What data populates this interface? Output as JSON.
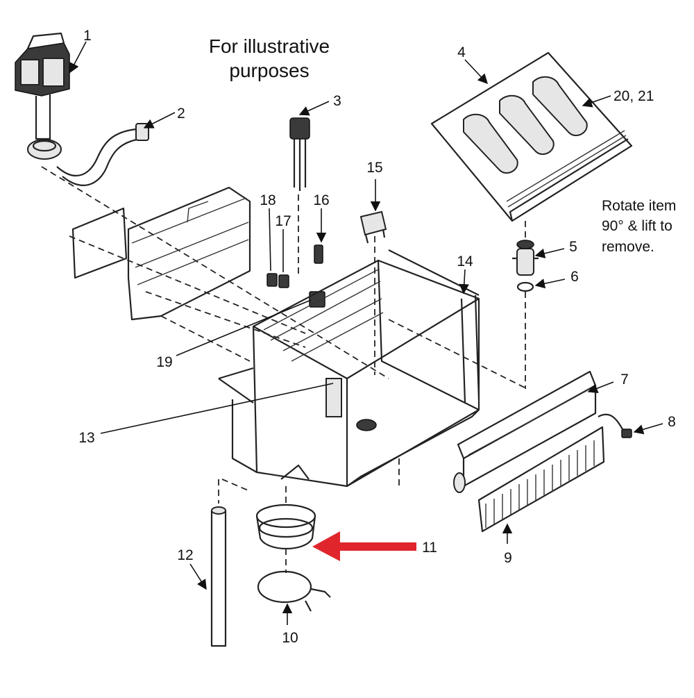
{
  "diagram": {
    "caption_lines": [
      "For illustrative",
      "purposes"
    ],
    "note_lines": [
      "Rotate item",
      "90° & lift to",
      "remove."
    ],
    "highlight_color": "#e0262c",
    "callouts": [
      "1",
      "2",
      "3",
      "4",
      "20, 21",
      "15",
      "18",
      "17",
      "16",
      "14",
      "5",
      "6",
      "19",
      "7",
      "13",
      "8",
      "12",
      "11",
      "9",
      "10"
    ]
  }
}
